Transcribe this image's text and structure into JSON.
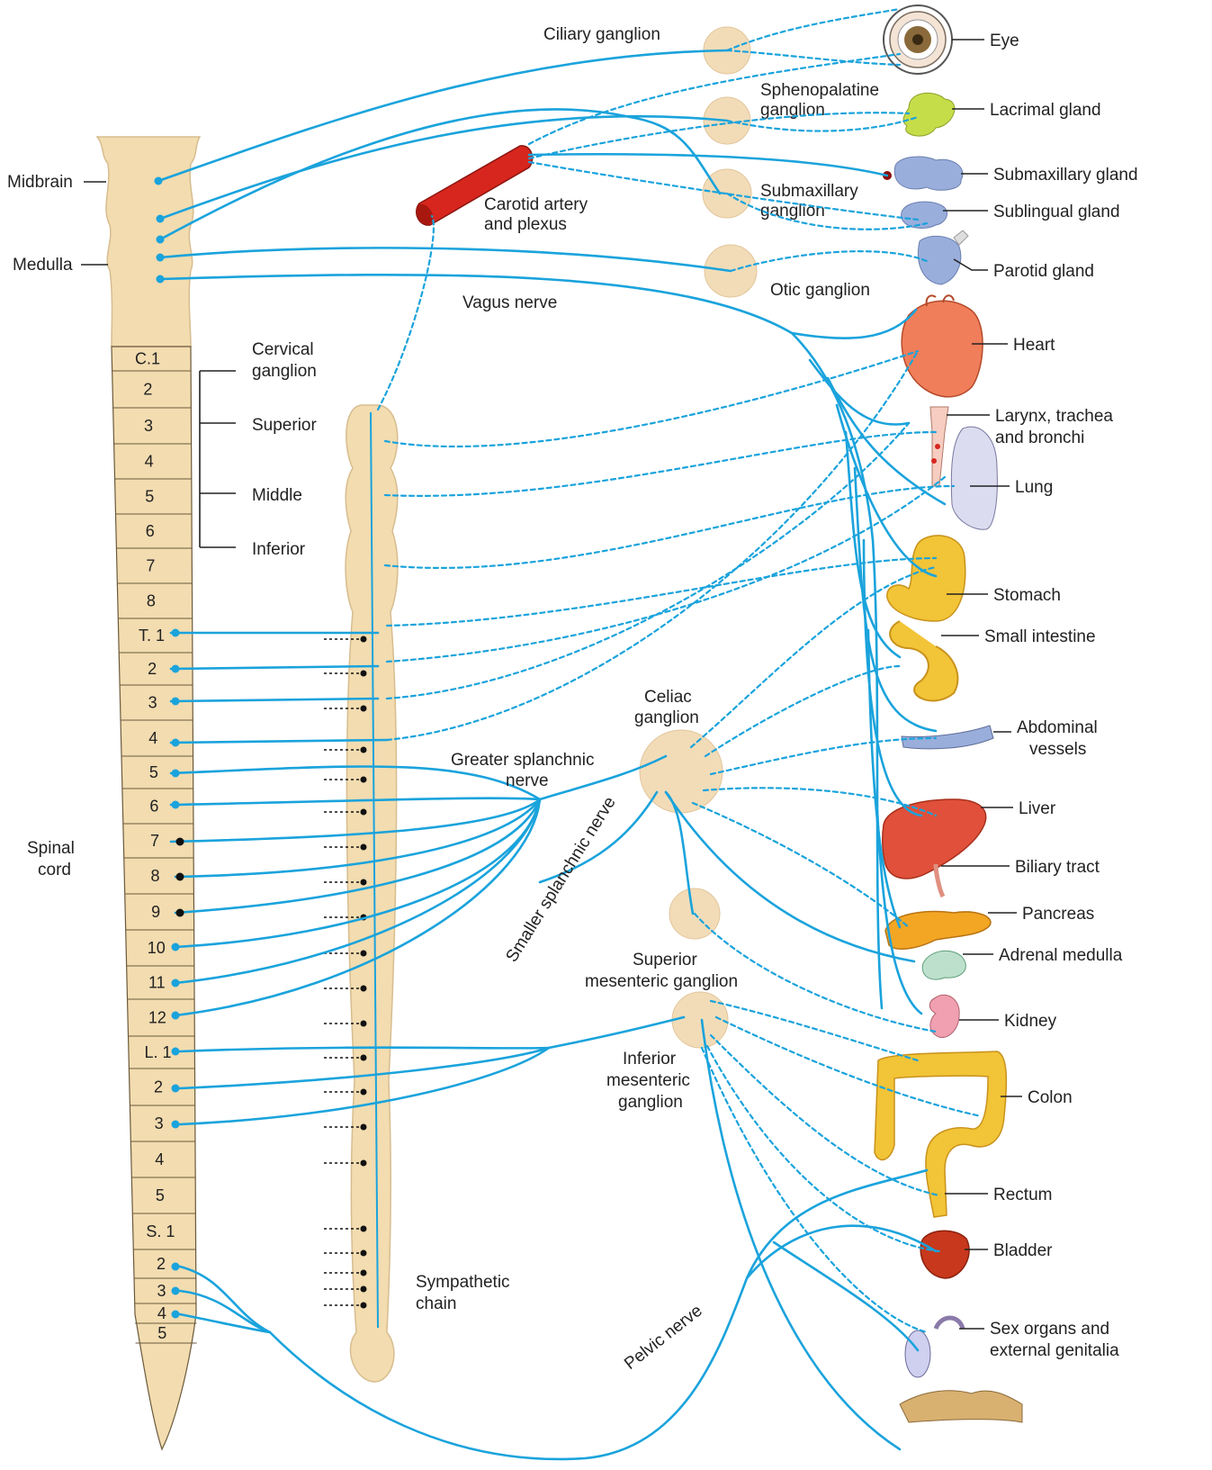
{
  "spinal": {
    "midbrain": "Midbrain",
    "medulla": "Medulla",
    "cord_line1": "Spinal",
    "cord_line2": "cord",
    "segments": [
      "C.1",
      "2",
      "3",
      "4",
      "5",
      "6",
      "7",
      "8",
      "T. 1",
      "2",
      "3",
      "4",
      "5",
      "6",
      "7",
      "8",
      "9",
      "10",
      "11",
      "12",
      "L. 1",
      "2",
      "3",
      "4",
      "5",
      "S. 1",
      "2",
      "3",
      "4",
      "5"
    ]
  },
  "cervical": {
    "title_line1": "Cervical",
    "title_line2": "ganglion",
    "superior": "Superior",
    "middle": "Middle",
    "inferior": "Inferior"
  },
  "ganglia": {
    "ciliary": "Ciliary ganglion",
    "spheno_line1": "Sphenopalatine",
    "spheno_line2": "ganglion",
    "submax_line1": "Submaxillary",
    "submax_line2": "ganglion",
    "otic": "Otic ganglion",
    "carotid_line1": "Carotid artery",
    "carotid_line2": "and plexus",
    "celiac_line1": "Celiac",
    "celiac_line2": "ganglion",
    "supmes_line1": "Superior",
    "supmes_line2": "mesenteric ganglion",
    "infmes_line1": "Inferior",
    "infmes_line2": "mesenteric",
    "infmes_line3": "ganglion",
    "chain_line1": "Sympathetic",
    "chain_line2": "chain"
  },
  "nerves": {
    "vagus": "Vagus nerve",
    "greater_line1": "Greater splanchnic",
    "greater_line2": "nerve",
    "smaller": "Smaller splanchnic nerve",
    "pelvic": "Pelvic nerve"
  },
  "organs": {
    "eye": "Eye",
    "lacrimal": "Lacrimal gland",
    "submaxillary": "Submaxillary gland",
    "sublingual": "Sublingual gland",
    "parotid": "Parotid gland",
    "heart": "Heart",
    "larynx_line1": "Larynx, trachea",
    "larynx_line2": "and bronchi",
    "lung": "Lung",
    "stomach": "Stomach",
    "small_intestine": "Small intestine",
    "abdominal_line1": "Abdominal",
    "abdominal_line2": "vessels",
    "liver": "Liver",
    "biliary": "Biliary tract",
    "pancreas": "Pancreas",
    "adrenal": "Adrenal medulla",
    "kidney": "Kidney",
    "colon": "Colon",
    "rectum": "Rectum",
    "bladder": "Bladder",
    "sex_line1": "Sex organs and",
    "sex_line2": "external genitalia"
  },
  "colors": {
    "nerve": "#1aa3dc",
    "cord": "#f2dcb0",
    "ganglion": "#f2dcb8",
    "artery": "#d7261e",
    "liver": "#e0503a",
    "heart": "#f07e5a",
    "gland": "#9aaedc",
    "intestine": "#f2c437"
  }
}
